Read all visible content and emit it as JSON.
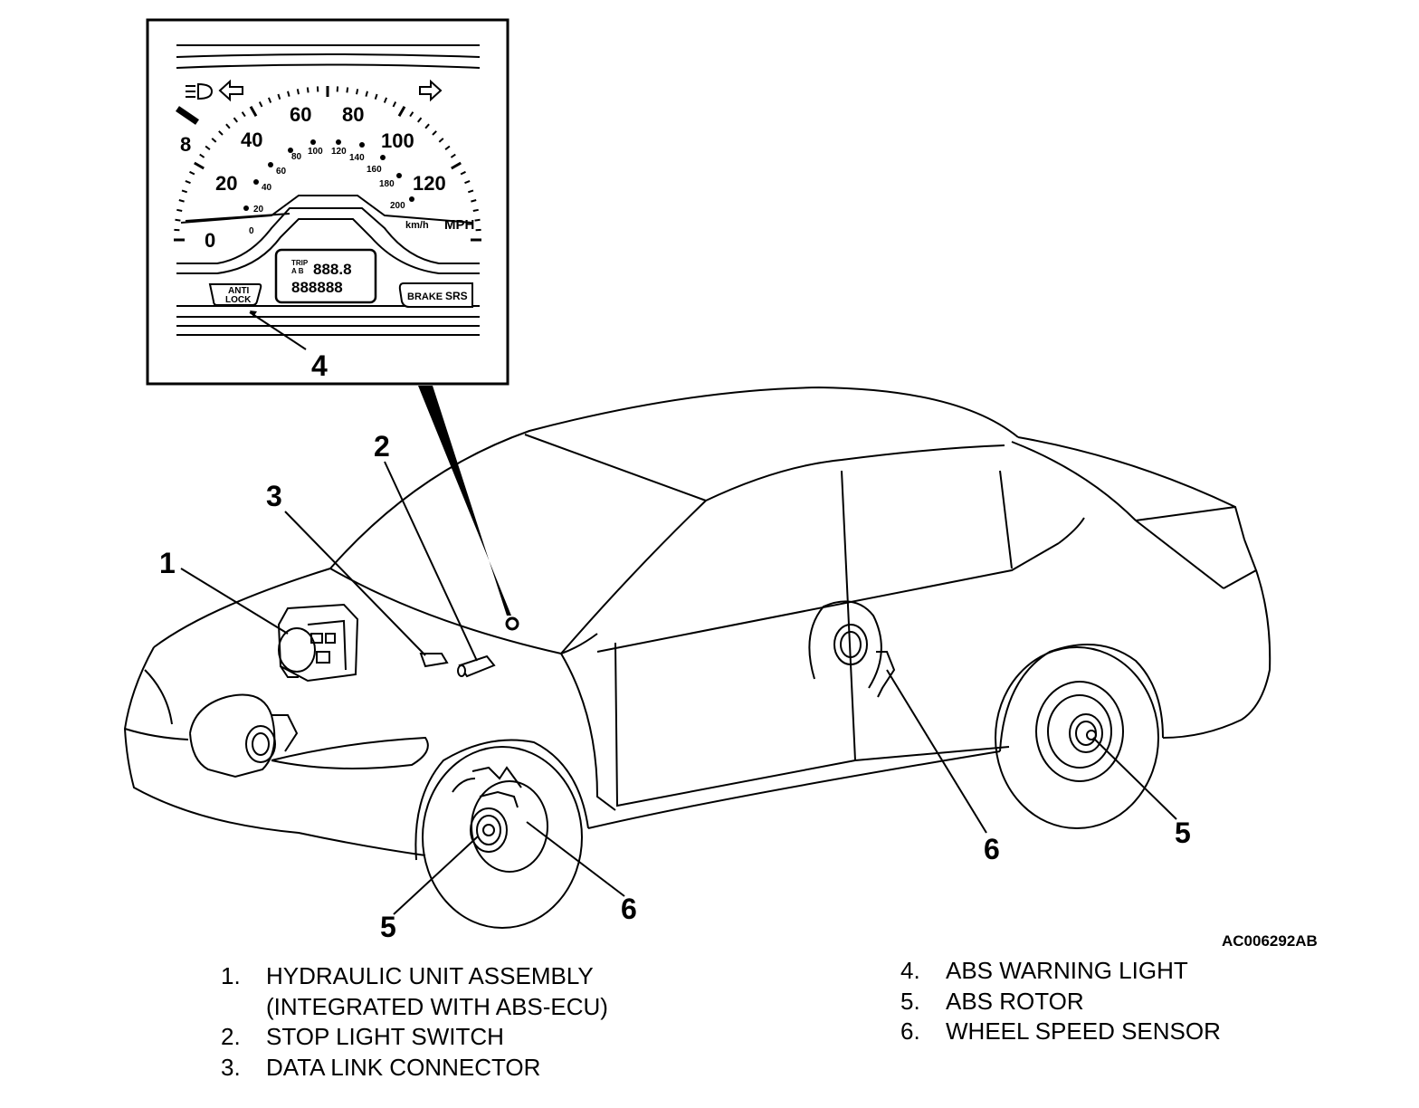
{
  "callouts": {
    "c1": "1",
    "c2": "2",
    "c3": "3",
    "c4": "4",
    "c5_front": "5",
    "c5_rear": "5",
    "c6_front": "6",
    "c6_rear": "6"
  },
  "figure_id": "AC006292AB",
  "cluster": {
    "speed_mph": [
      "0",
      "20",
      "40",
      "60",
      "80",
      "100",
      "120"
    ],
    "speed_kmh": [
      "0",
      "20",
      "40",
      "60",
      "80",
      "100",
      "120",
      "140",
      "160",
      "180",
      "200"
    ],
    "tach_value": "8",
    "unit_kmh": "km/h",
    "unit_mph": "MPH",
    "odo_trip_label": "TRIP",
    "odo_ab_label": "A B",
    "odo_trip_digits": "888.8",
    "odo_total_digits": "888888",
    "anti_lock_line1": "ANTI",
    "anti_lock_line2": "LOCK",
    "brake_label": "BRAKE",
    "srs_label": "SRS"
  },
  "legend": {
    "left": [
      {
        "num": "1.",
        "text": "HYDRAULIC UNIT ASSEMBLY"
      },
      {
        "num": "",
        "text": "(INTEGRATED WITH ABS-ECU)"
      },
      {
        "num": "2.",
        "text": "STOP LIGHT SWITCH"
      },
      {
        "num": "3.",
        "text": "DATA LINK CONNECTOR"
      }
    ],
    "right": [
      {
        "num": "4.",
        "text": "ABS WARNING LIGHT"
      },
      {
        "num": "5.",
        "text": "ABS ROTOR"
      },
      {
        "num": "6.",
        "text": "WHEEL SPEED SENSOR"
      }
    ]
  }
}
